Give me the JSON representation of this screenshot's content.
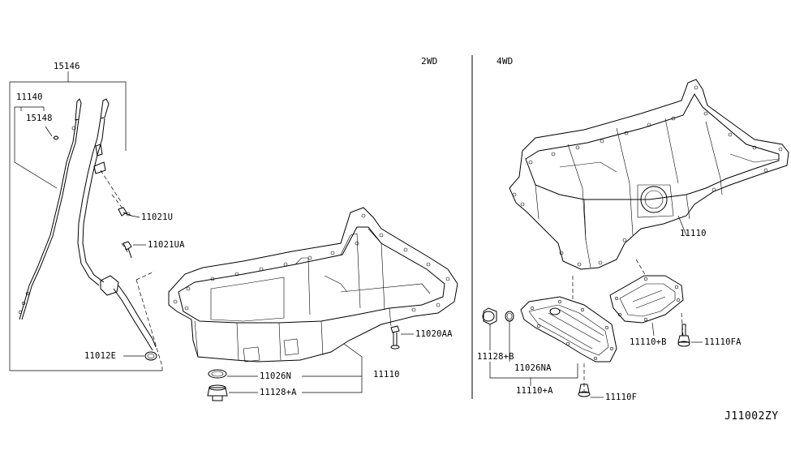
{
  "sections": {
    "left": "2WD",
    "right": "4WD"
  },
  "labels": {
    "p15146": "15146",
    "p11140": "11140",
    "p15148": "15148",
    "p11021U": "11021U",
    "p11021UA": "11021UA",
    "p11012E": "11012E",
    "p11020AA": "11020AA",
    "p11026N": "11026N",
    "p11128A": "11128+A",
    "p11110_2wd": "11110",
    "p11110_4wd": "11110",
    "p11110B": "11110+B",
    "p11110FA": "11110FA",
    "p11128B": "11128+B",
    "p11026NA": "11026NA",
    "p11110A": "11110+A",
    "p11110F": "11110F"
  },
  "diagram_code": "J11002ZY"
}
